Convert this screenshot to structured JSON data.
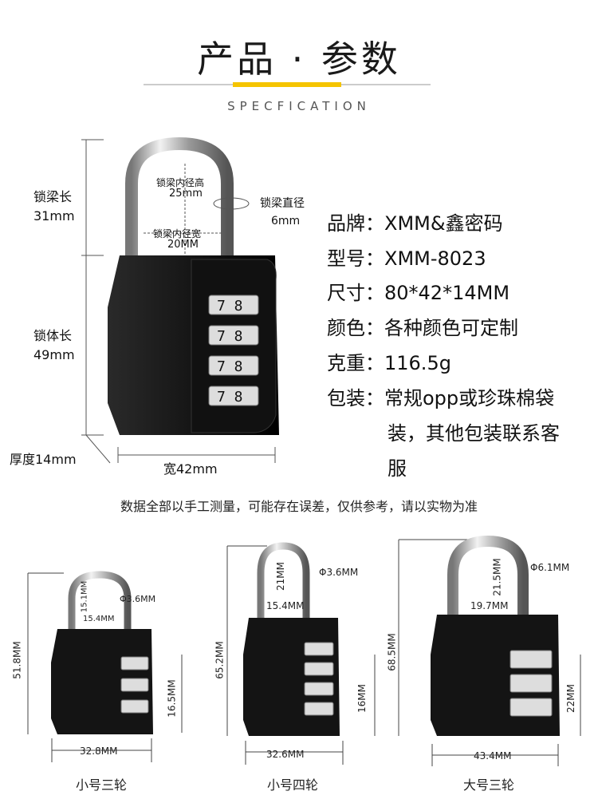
{
  "header": {
    "title": "产品 · 参数",
    "subtitle": "SPECFICATION",
    "accent": "#f5c400"
  },
  "main_lock": {
    "shackle_length_label": "锁梁长",
    "shackle_length_value": "31mm",
    "body_length_label": "锁体长",
    "body_length_value": "49mm",
    "thickness": "厚度14mm",
    "width": "宽42mm",
    "inner_height_label": "锁梁内径高",
    "inner_height_value": "25mm",
    "inner_width_label": "锁梁内径宽",
    "inner_width_value": "20MM",
    "diameter_label": "锁梁直径",
    "diameter_value": "6mm",
    "dial_digits": "7 8"
  },
  "specs": [
    {
      "key": "品牌",
      "value": "XMM&鑫密码"
    },
    {
      "key": "型号",
      "value": "XMM-8023"
    },
    {
      "key": "尺寸",
      "value": "80*42*14MM"
    },
    {
      "key": "颜色",
      "value": "各种颜色可定制"
    },
    {
      "key": "克重",
      "value": "116.5g"
    },
    {
      "key": "包装",
      "value": "常规opp或珍珠棉袋"
    }
  ],
  "spec_cont1": "装，其他包装联系客",
  "spec_cont2": "服",
  "colon": "：",
  "note": "数据全部以手工测量，可能存在误差，仅供参考，请以实物为准",
  "variants": [
    {
      "caption": "小号三轮",
      "height": "51.8MM",
      "shackle": "15.1MM",
      "inner": "15.4MM",
      "dia": "Φ3.6MM",
      "body": "16.5MM",
      "width": "32.8MM"
    },
    {
      "caption": "小号四轮",
      "height": "65.2MM",
      "shackle": "21MM",
      "inner": "15.4MM",
      "dia": "Φ3.6MM",
      "body": "16MM",
      "width": "32.6MM"
    },
    {
      "caption": "大号三轮",
      "height": "68.5MM",
      "shackle": "21.5MM",
      "inner": "19.7MM",
      "dia": "Φ6.1MM",
      "body": "22MM",
      "width": "43.4MM"
    }
  ]
}
